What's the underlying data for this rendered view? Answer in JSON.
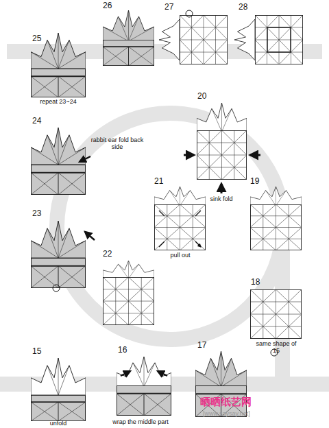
{
  "diagram": {
    "labels": [
      "25",
      "26",
      "27",
      "28",
      "repeat 23~24",
      "24",
      "rabbit ear fold back side",
      "20",
      "sink fold",
      "21",
      "19",
      "pull out",
      "23",
      "22",
      "18",
      "same shape of 15",
      "15",
      "16",
      "17",
      "unfold",
      "wrap the middle part",
      "晒晒纸艺网",
      "[www.saysay.net]"
    ]
  }
}
